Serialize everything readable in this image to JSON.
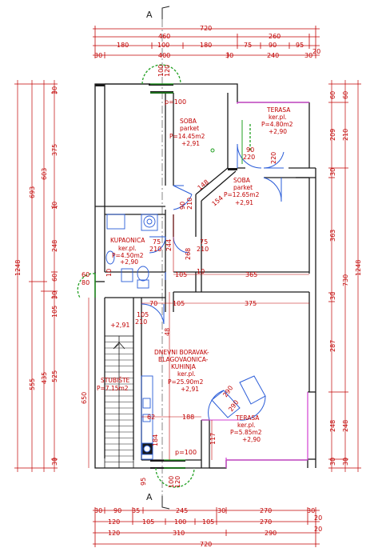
{
  "section_label": "A",
  "top_dims": {
    "row1": [
      "720"
    ],
    "row2": [
      "460",
      "260"
    ],
    "row3": [
      "180",
      "100",
      "180",
      "75",
      "90",
      "95",
      "20"
    ],
    "row4": [
      "30",
      "400",
      "30",
      "240",
      "30"
    ]
  },
  "bottom_dims": {
    "row1": [
      "30",
      "90",
      "35",
      "245",
      "30",
      "270",
      "30"
    ],
    "row2": [
      "120",
      "105",
      "100",
      "105",
      "270",
      "20"
    ],
    "row3": [
      "120",
      "310",
      "290",
      "20"
    ],
    "row4": [
      "720"
    ]
  },
  "left_dims": {
    "outer": "1248",
    "col2": [
      "693",
      "555"
    ],
    "col3": [
      "603",
      "435"
    ],
    "col4": [
      "30",
      "375",
      "10",
      "248",
      "60",
      "30",
      "105",
      "525",
      "30"
    ]
  },
  "right_dims": {
    "outer": "1248",
    "col2": [
      "60",
      "210",
      "730",
      "248",
      "30"
    ],
    "col1": [
      "60",
      "209",
      "30",
      "363",
      "30",
      "287",
      "248",
      "30"
    ]
  },
  "rooms": {
    "soba1": [
      "SOBA",
      "parket",
      "P=14.45m2",
      "+2,91"
    ],
    "terasa_top": [
      "TERASA",
      "ker.pl.",
      "P=4.80m2",
      "+2,90"
    ],
    "soba2": [
      "SOBA",
      "parket",
      "P=12.65m2",
      "+2,91"
    ],
    "kupaonica": [
      "KUPAONICA",
      "ker.pl.",
      "P=4.50m2",
      "+2,90"
    ],
    "dnevni": [
      "DNEVNI BORAVAK-",
      "BLAGOVAONICA-",
      "KUHINJA",
      "ker.pl.",
      "P=25.90m2",
      "+2,91"
    ],
    "stubiste": [
      "STUBIŠTE",
      "P=7.15m2"
    ],
    "terasa_bottom": [
      "TERASA",
      "ker.pl.",
      "P=5.85m2",
      "+2,90"
    ]
  },
  "inner_dims": {
    "p100_top": "p=100",
    "p100_bottom": "p=100",
    "w100_top": [
      "100",
      "120"
    ],
    "w100_bottom": [
      "100",
      "120"
    ],
    "d90_220": [
      "90",
      "220"
    ],
    "d220": "220",
    "d148": "148",
    "d154": "154",
    "d90_210": [
      "90",
      "210"
    ],
    "d75_210_a": [
      "75",
      "210"
    ],
    "d75_210_b": [
      "75",
      "210"
    ],
    "d268": "268",
    "d244": "244",
    "d105_a": "105",
    "d10": "10",
    "d365": "365",
    "d60_80": [
      "60",
      "80"
    ],
    "d70": "70",
    "d105_b": "105",
    "d375": "375",
    "d105_210": [
      "105",
      "210"
    ],
    "d290": "290",
    "d48": "48",
    "d188": "188",
    "d62": "62",
    "d117": "117",
    "d184": "184",
    "d650": "650",
    "d95": "95",
    "d290_b": "290",
    "d2_91_stairs": "+2,91",
    "d10v": "10"
  }
}
